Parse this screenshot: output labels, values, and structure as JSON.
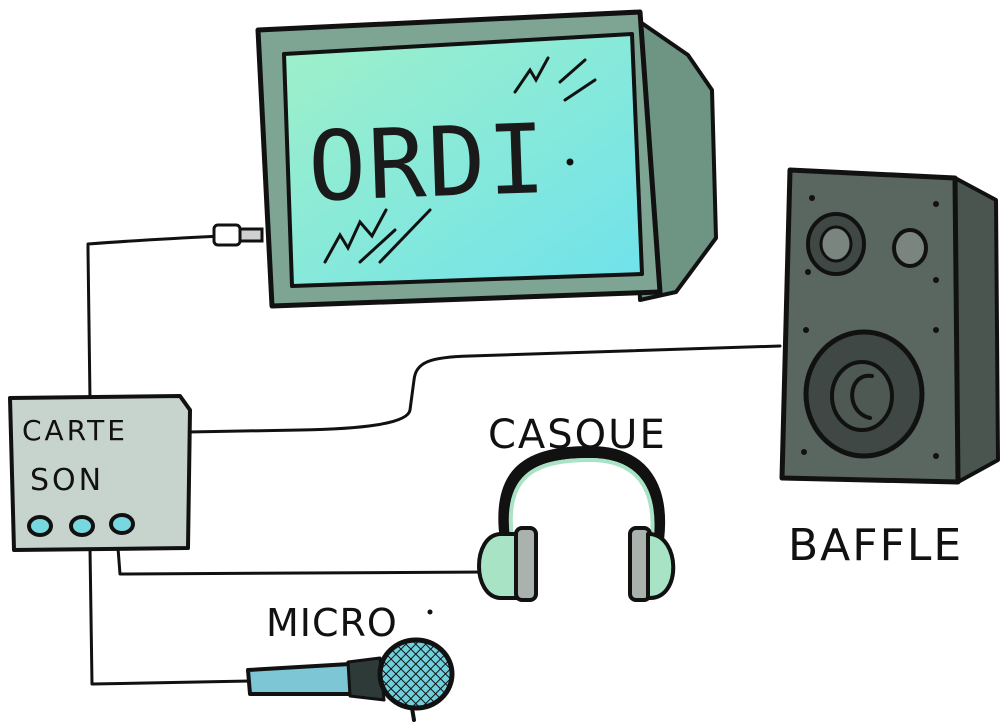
{
  "labels": {
    "screen_text": "ORDI",
    "card_line1": "CARTE",
    "card_line2": "SON",
    "headphones": "CASQUE",
    "speaker": "BAFFLE",
    "microphone": "MICRO"
  },
  "icons": {
    "computer": "computer-monitor-icon",
    "sound_card": "sound-card-icon",
    "headphones": "headphones-icon",
    "speaker": "speaker-icon",
    "microphone": "microphone-icon"
  },
  "colors": {
    "screen_gradient_start": "#9ff0c8",
    "screen_gradient_end": "#6fe2ec",
    "monitor_body": "#7ea593",
    "card_body": "#c7d3cd",
    "card_buttons": "#78d8e0",
    "speaker_body": "#5a6660",
    "headphone_cups": "#a9e3c6",
    "mic_handle": "#7cc6d6"
  }
}
